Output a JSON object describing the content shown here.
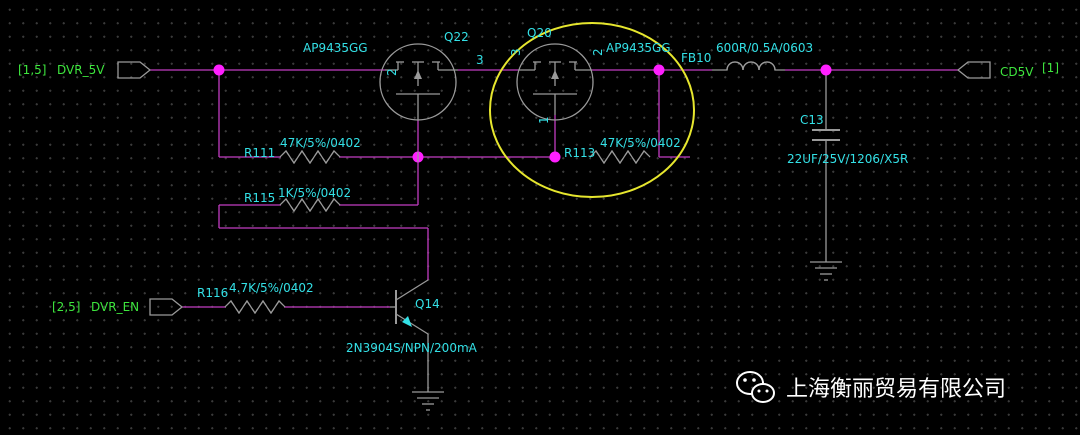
{
  "ports": {
    "dvr_5v": {
      "ref": "[1,5]",
      "name": "DVR_5V"
    },
    "dvr_en": {
      "ref": "[2,5]",
      "name": "DVR_EN"
    },
    "cd5v": {
      "ref": "[1]",
      "name": "CD5V"
    }
  },
  "parts": {
    "q22": {
      "ref": "Q22",
      "value": "AP9435GG"
    },
    "q20": {
      "ref": "Q20",
      "value": "AP9435GG"
    },
    "fb10": {
      "ref": "FB10",
      "value": "600R/0.5A/0603"
    },
    "c13": {
      "ref": "C13",
      "value": "22UF/25V/1206/X5R"
    },
    "r111": {
      "ref": "R111",
      "value": "47K/5%/0402"
    },
    "r113": {
      "ref": "R113",
      "value": "47K/5%/0402"
    },
    "r115": {
      "ref": "R115",
      "value": "1K/5%/0402"
    },
    "r116": {
      "ref": "R116",
      "value": "4.7K/5%/0402"
    },
    "q14": {
      "ref": "Q14",
      "value": "2N3904S/NPN/200mA"
    }
  },
  "pins": {
    "q22_pin2": "2",
    "q22_pin3": "3",
    "q20_pin3": "3",
    "q20_pin2": "2",
    "q20_pin1": "1"
  },
  "watermark": {
    "company": "上海衡丽贸易有限公司"
  },
  "colors": {
    "wire": "#c13cc1",
    "junction": "#ff1fff",
    "label": "#33e0e6",
    "port_label": "#3ee63e",
    "highlight": "#e6e62e",
    "background": "#000000"
  }
}
